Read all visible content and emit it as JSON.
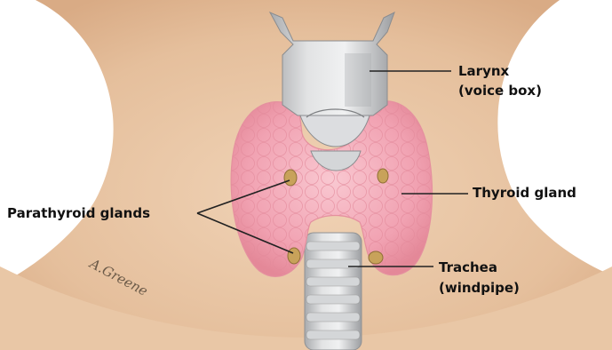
{
  "labels": {
    "larynx_line1": "Larynx",
    "larynx_line2": "(voice box)",
    "thyroid": "Thyroid gland",
    "parathyroid": "Parathyroid  glands",
    "trachea_line1": "Trachea",
    "trachea_line2": "(windpipe)"
  },
  "signature": "A.Greene",
  "colors": {
    "skin": "#e8c2a0",
    "skin_shadow": "#d8a888",
    "thyroid": "#f2a0b0",
    "thyroid_light": "#f8c4ce",
    "cartilage": "#c8cacc",
    "cartilage_light": "#e6e7e8",
    "parathyroid": "#c8a25a",
    "leader_line": "#222222"
  }
}
